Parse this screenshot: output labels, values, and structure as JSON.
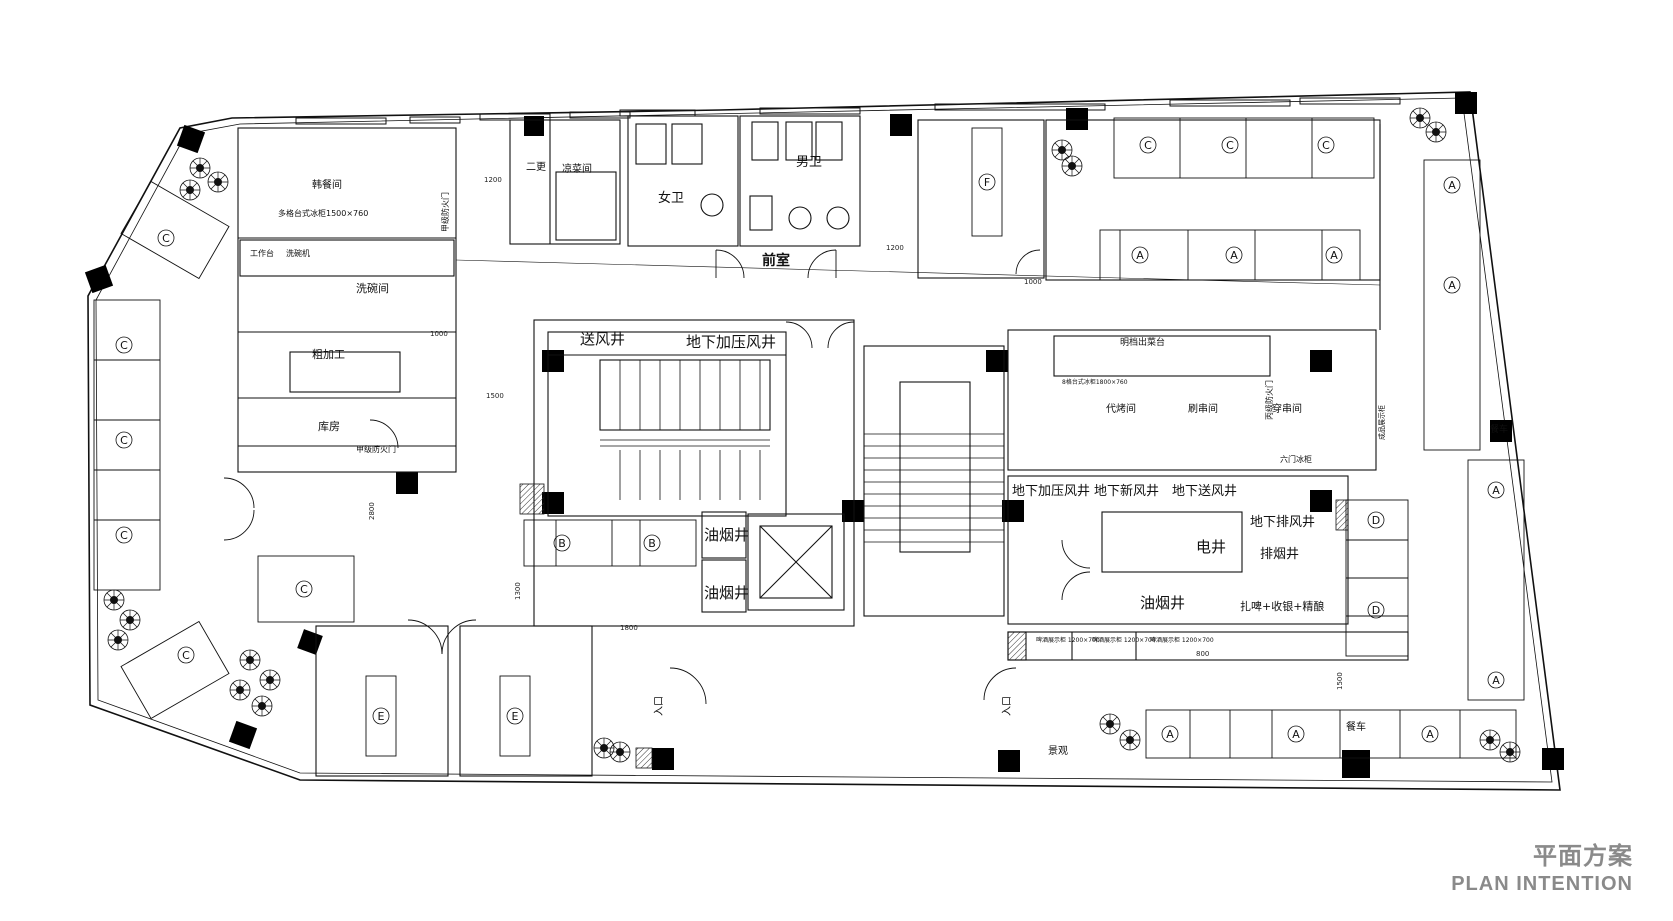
{
  "caption": {
    "title_cn": "平面方案",
    "title_en": "PLAN INTENTION"
  },
  "rooms": {
    "qianshi": "前室",
    "nanwei": "男卫",
    "nvwei": "女卫",
    "erci": "二更",
    "liangcai": "凉菜间",
    "hanchan": "韩餐间",
    "xiwan": "洗碗间",
    "cujiagong": "粗加工",
    "kufang": "库房",
    "daikao": "代烤间",
    "shuayou": "刷串间",
    "chuanchuan": "穿串间",
    "mingdang": "明档出菜台",
    "jingguan": "景观",
    "canche1": "餐车",
    "canche2": "餐车",
    "zhapi": "扎啤+收银+精酿",
    "fenggan": "成品展示柜"
  },
  "shafts": {
    "songfeng": "送风井",
    "dixiajiaya": "地下加压风井",
    "youyan1": "油烟井",
    "youyan2": "油烟井",
    "jiaya2": "地下加压风井",
    "xinfeng": "地下新风井",
    "songfeng2": "地下送风井",
    "paifeng": "地下排风井",
    "dianjing": "电井",
    "paiyan": "排烟井",
    "youyan3": "油烟井"
  },
  "doors": {
    "fire1": "甲级防火门",
    "fire2": "甲级防火门",
    "fire3": "丙级防火门",
    "exit1": "入口",
    "exit2": "入口"
  },
  "notes": {
    "n1": "多格台式冰柜1500×760",
    "n2": "工作台",
    "n3": "洗碗机",
    "n4": "六门冰柜",
    "n5": "啤酒展示柜 1200×700",
    "n6": "啤酒展示柜 1200×700",
    "n7": "啤酒展示柜 1200×700",
    "n8": "8格台式冰柜1800×760"
  },
  "dims": {
    "d1": "1200",
    "d2": "1000",
    "d3": "1500",
    "d4": "1800",
    "d5": "800",
    "d6": "1200",
    "d7": "1000",
    "d8": "1300",
    "d9": "2800",
    "d10": "1500"
  },
  "seat_labels": {
    "A": "A",
    "B": "B",
    "C": "C",
    "D": "D",
    "E": "E",
    "F": "F"
  },
  "colors": {
    "line": "#111111",
    "caption": "#8a8a8a",
    "column": "#000000"
  }
}
